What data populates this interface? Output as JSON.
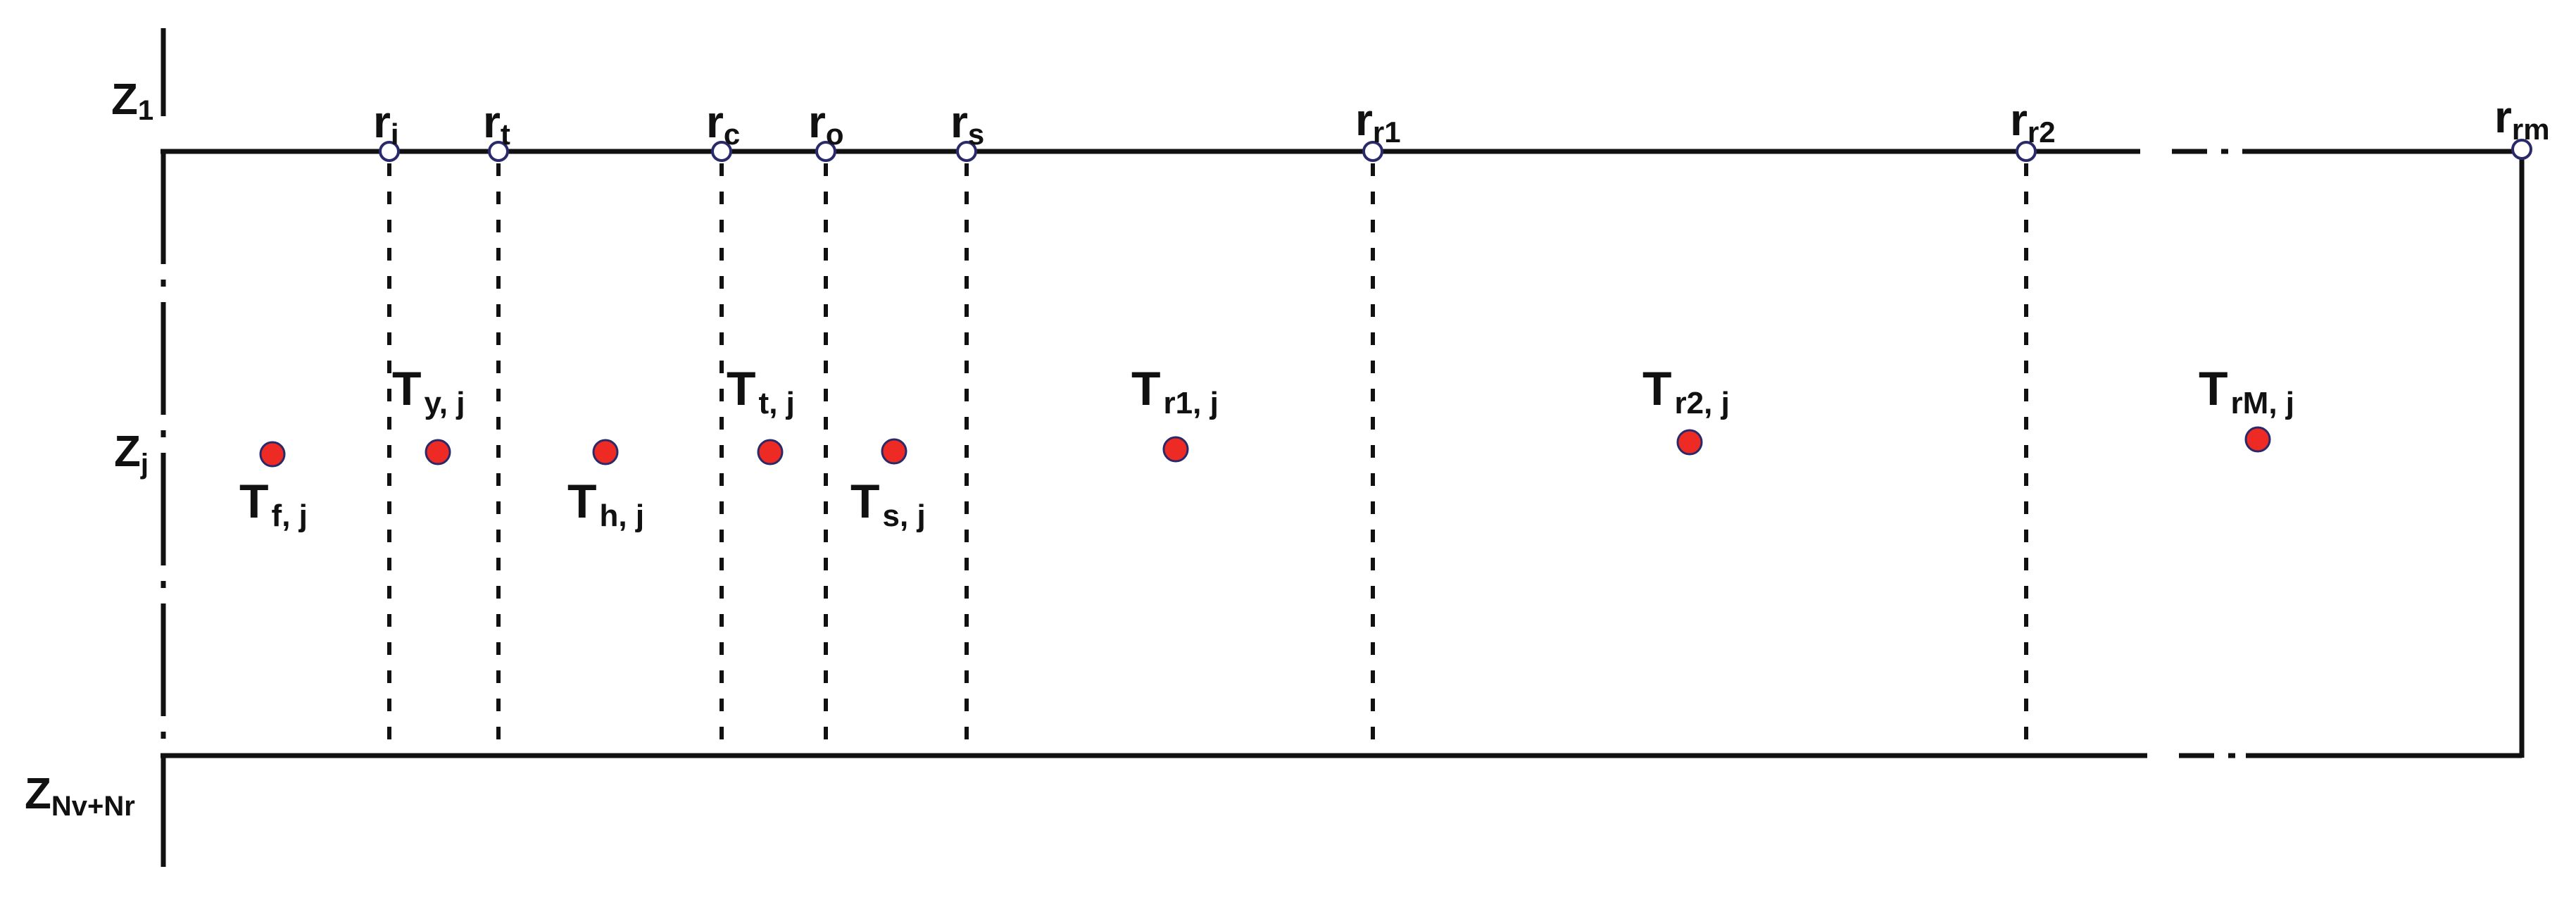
{
  "z_labels": {
    "top": {
      "main": "Z",
      "sub": "1"
    },
    "middle": {
      "main": "Z",
      "sub": "j"
    },
    "bottom": {
      "main": "Z",
      "sub": "Nv+Nr"
    }
  },
  "radial_nodes": [
    {
      "main": "r",
      "sub": "i"
    },
    {
      "main": "r",
      "sub": "t"
    },
    {
      "main": "r",
      "sub": "c"
    },
    {
      "main": "r",
      "sub": "o"
    },
    {
      "main": "r",
      "sub": "s"
    },
    {
      "main": "r",
      "sub": "r1"
    },
    {
      "main": "r",
      "sub": "r2"
    },
    {
      "main": "r",
      "sub": "rm"
    }
  ],
  "temperature_points": [
    {
      "main": "T",
      "sub": "f, j"
    },
    {
      "main": "T",
      "sub": "y, j"
    },
    {
      "main": "T",
      "sub": "h, j"
    },
    {
      "main": "T",
      "sub": "t, j"
    },
    {
      "main": "T",
      "sub": "s, j"
    },
    {
      "main": "T",
      "sub": "r1, j"
    },
    {
      "main": "T",
      "sub": "r2, j"
    },
    {
      "main": "T",
      "sub": "rM, j"
    }
  ],
  "colors": {
    "line": "#111111",
    "node_fill": "#ffffff",
    "point_fill": "#ee2a24",
    "point_stroke": "#2a2a6a"
  }
}
